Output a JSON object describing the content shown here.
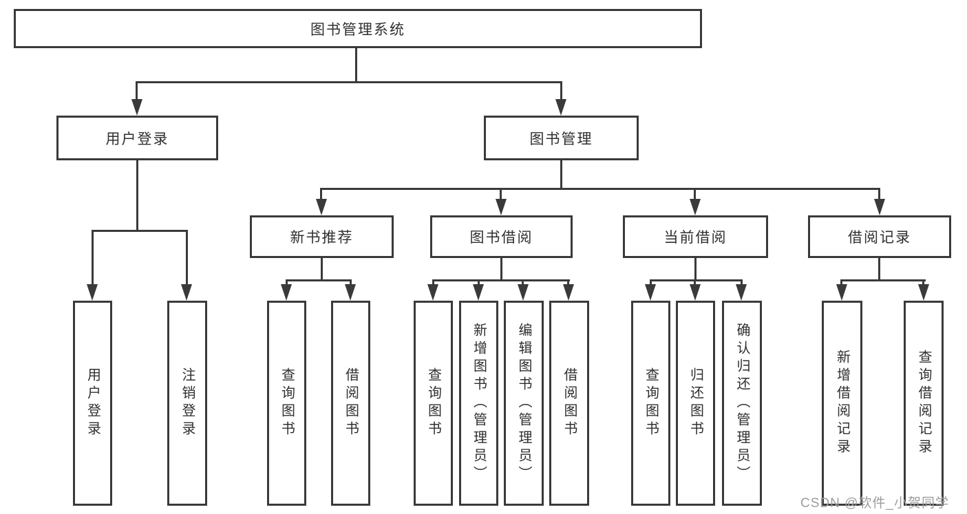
{
  "diagram": {
    "root": {
      "label": "图书管理系统"
    },
    "branches": [
      {
        "label": "用户登录",
        "children": [
          {
            "label": "用户登录"
          },
          {
            "label": "注销登录"
          }
        ]
      },
      {
        "label": "图书管理",
        "children": [
          {
            "label": "新书推荐",
            "children": [
              {
                "label": "查询图书"
              },
              {
                "label": "借阅图书"
              }
            ]
          },
          {
            "label": "图书借阅",
            "children": [
              {
                "label": "查询图书"
              },
              {
                "label": "新增图书（管理员）"
              },
              {
                "label": "编辑图书（管理员）"
              },
              {
                "label": "借阅图书"
              }
            ]
          },
          {
            "label": "当前借阅",
            "children": [
              {
                "label": "查询图书"
              },
              {
                "label": "归还图书"
              },
              {
                "label": "确认归还（管理员）"
              }
            ]
          },
          {
            "label": "借阅记录",
            "children": [
              {
                "label": "新增借阅记录"
              },
              {
                "label": "查询借阅记录"
              }
            ]
          }
        ]
      }
    ],
    "watermark": "CSDN @软件_小贺同学",
    "colors": {
      "line": "#3a3a3a",
      "text": "#2f2f2f",
      "watermark": "#9c9c9c",
      "background": "#ffffff"
    }
  }
}
